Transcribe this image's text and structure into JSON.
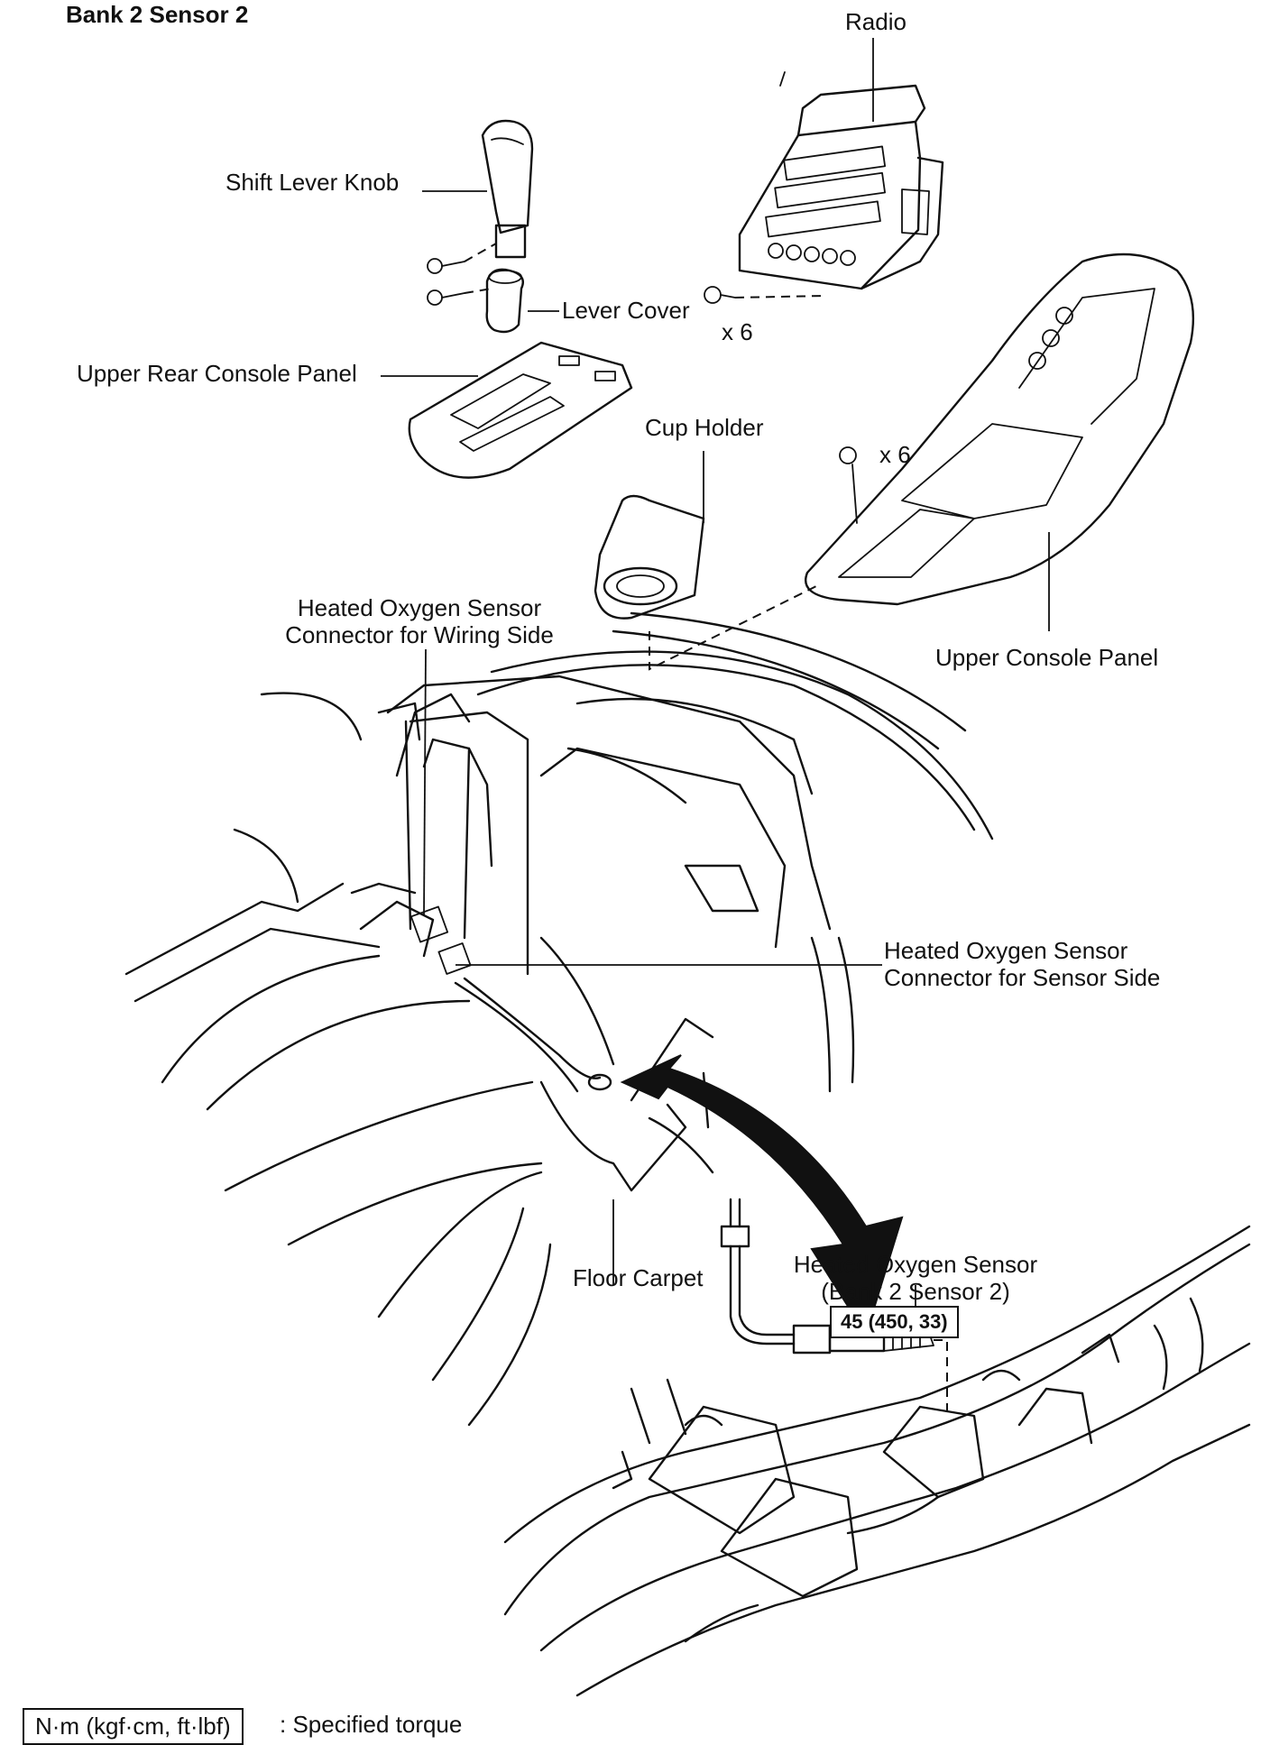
{
  "title": "Bank 2 Sensor 2",
  "labels": {
    "radio": "Radio",
    "shift_lever_knob": "Shift Lever Knob",
    "lever_cover": "Lever Cover",
    "qty_radio_screws": "x 6",
    "upper_rear_console_panel": "Upper Rear Console Panel",
    "cup_holder": "Cup Holder",
    "qty_console_screws": "x 6",
    "wiring_connector_line1": "Heated Oxygen Sensor",
    "wiring_connector_line2": "Connector for Wiring Side",
    "upper_console_panel": "Upper Console Panel",
    "sensor_connector_line1": "Heated Oxygen Sensor",
    "sensor_connector_line2": "Connector for Sensor Side",
    "floor_carpet": "Floor Carpet",
    "sensor_line1": "Heated Oxygen Sensor",
    "sensor_line2": "(Bank 2 Sensor 2)"
  },
  "torque": "45 (450, 33)",
  "legend": {
    "unit_box": "N·m (kgf·cm, ft·lbf)",
    "description": ": Specified torque"
  }
}
